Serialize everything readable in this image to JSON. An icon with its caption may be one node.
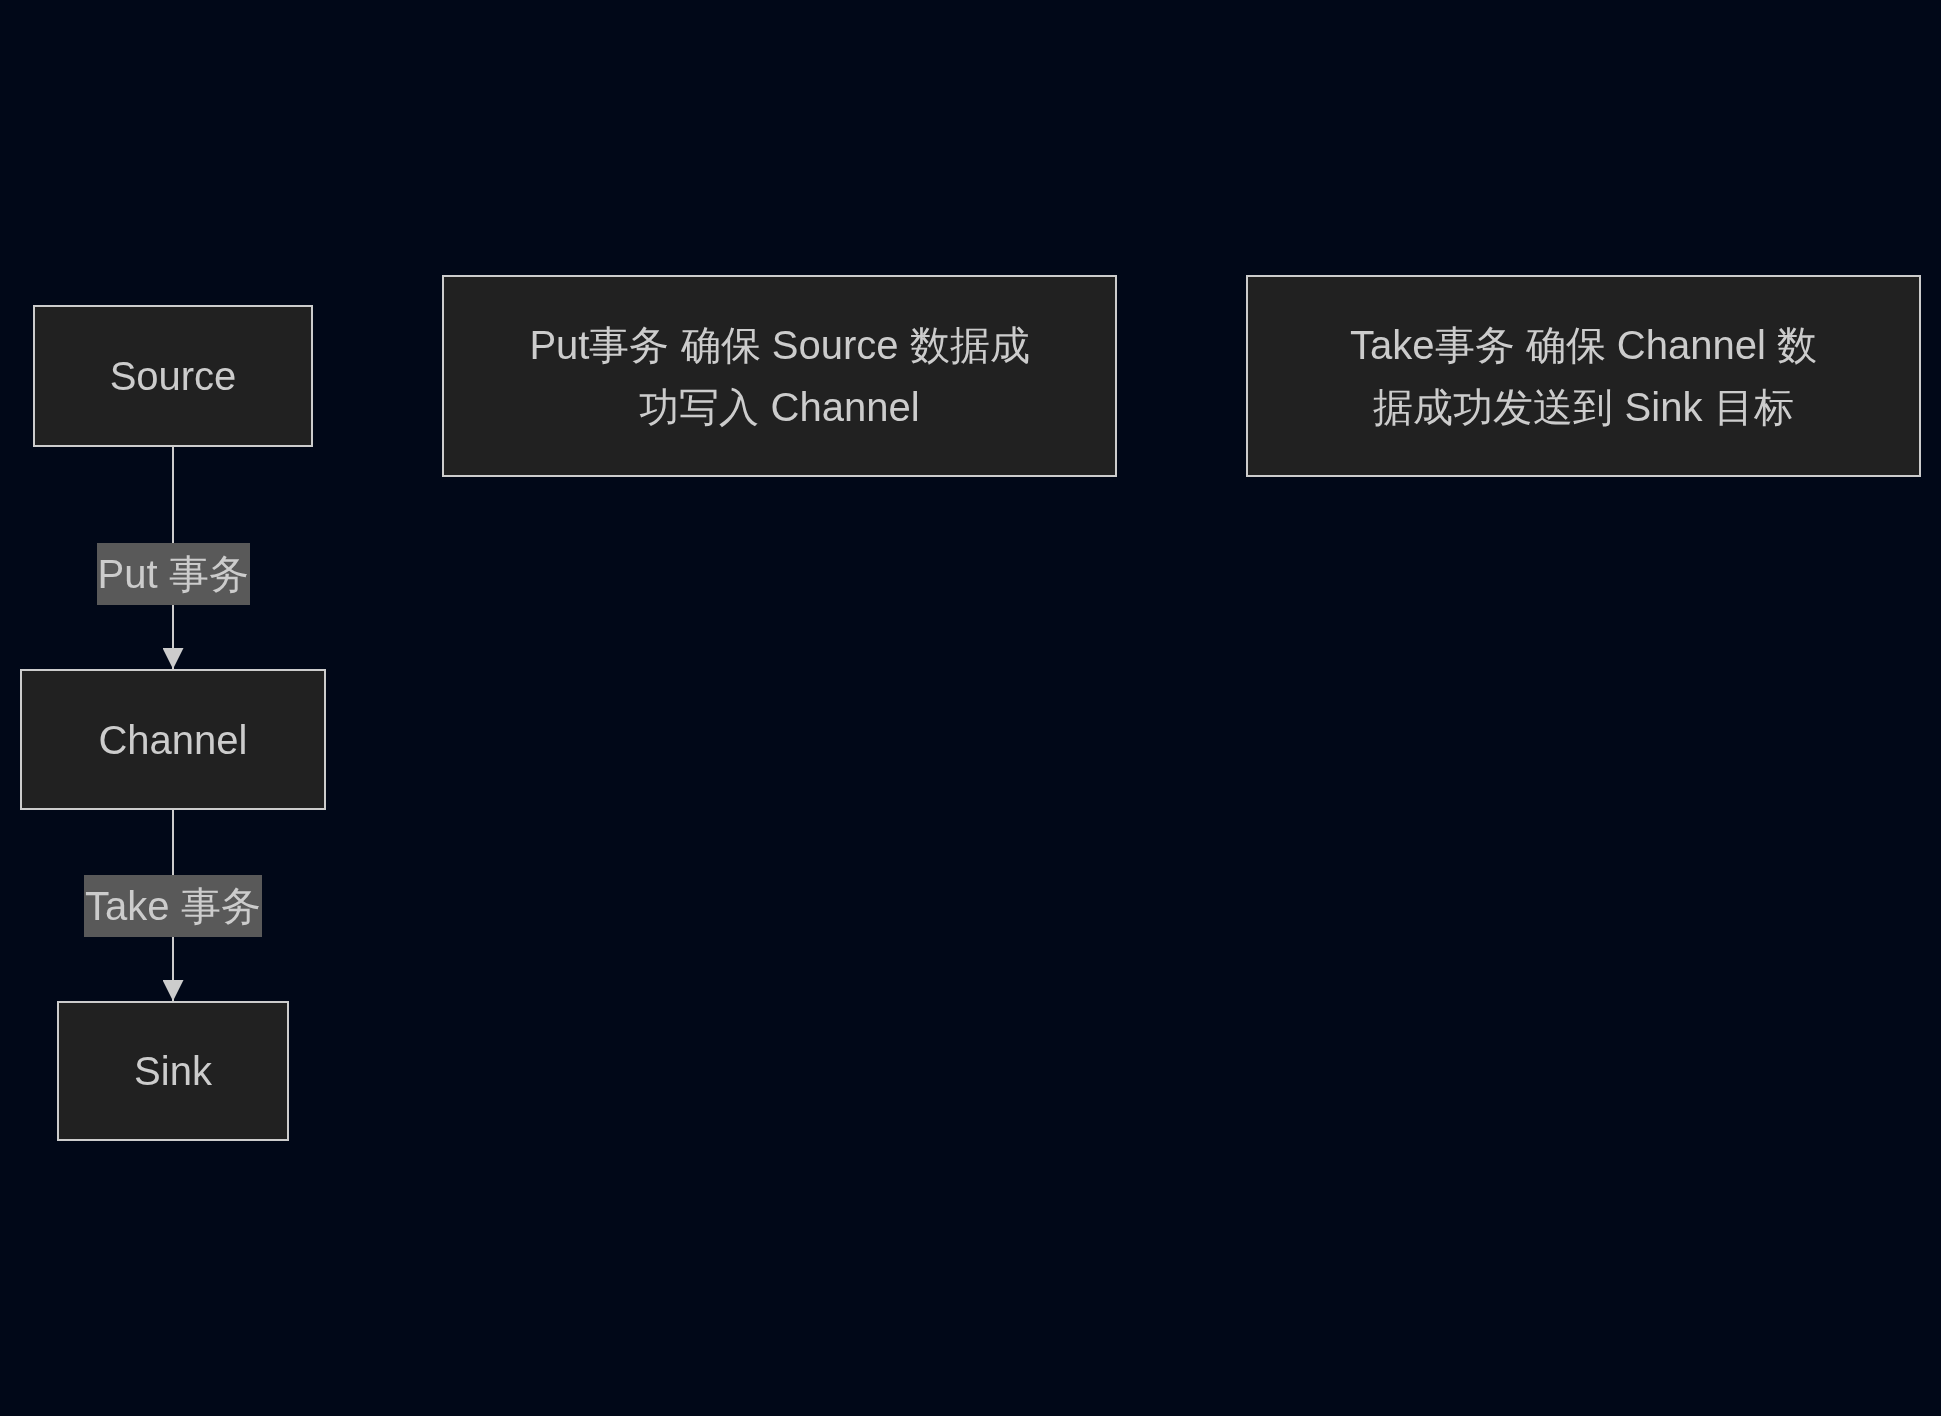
{
  "diagram": {
    "nodes": [
      {
        "text": [
          "Source"
        ]
      },
      {
        "text": [
          "Put事务 确保 Source 数据成功写入 Channel"
        ]
      },
      {
        "text": [
          "Take事务 确保 Channel 数据成功发送到 Sink 目标"
        ]
      },
      {
        "text": [
          "Channel"
        ]
      },
      {
        "text": [
          "Sink"
        ]
      }
    ],
    "edges": [
      {
        "from": 0,
        "to": 3,
        "arrow": "to",
        "label": "Put 事务"
      },
      {
        "from": 3,
        "to": 4,
        "arrow": "to",
        "label": "Take 事务"
      }
    ]
  }
}
